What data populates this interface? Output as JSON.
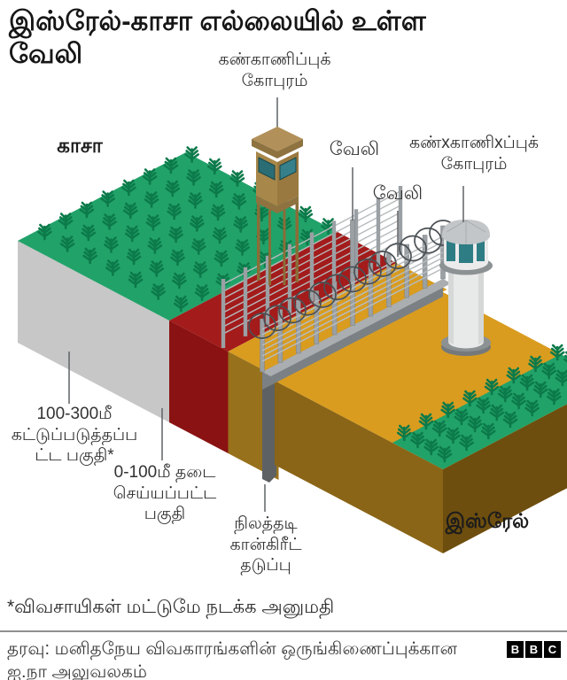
{
  "title": "இஸ்ரேல்-காசா எல்லையில் உள்ள\nவேலி",
  "diagram": {
    "labels": {
      "watchtower_top": "கண்காணிப்புக்\nகோபுரம்",
      "gaza": "காசா",
      "fence1": "வேலி",
      "fence2": "வேலி",
      "watchtower_right": "கண்xகாணிxப்புக்\nகோபுரம்",
      "restricted_area": "100-300மீ\nகட்டுப்படுத்தப்ப\nட்ட பகுதி*",
      "prohibited_area": "0-100மீ தடை\nசெய்யப்பட்ட\nபகுதி",
      "underground_barrier": "நிலத்தடி\nகான்கிரீட்\nதடுப்பு",
      "israel": "இஸ்ரேல்"
    },
    "colors": {
      "field_green": "#21a269",
      "plant_green": "#0c7a4a",
      "restricted_red": "#a31b1b",
      "restricted_red_side": "#8a1212",
      "gray_side": "#c7c7c7",
      "sand_gold": "#d99c1f",
      "sand_gold_side": "#97711b",
      "israel_brown_sw": "#8a6517",
      "israel_brown_se": "#6e4e0e",
      "concrete_gray": "#7b8084",
      "tower_tan": "#a8874a",
      "teal_window": "#2e7d84"
    }
  },
  "footnote": "*விவசாயிகள் மட்டுமே நடக்க அனுமதி",
  "source": "தரவு: மனிதநேய விவகாரங்களின் ஒருங்கிணைப்புக்கான\nஐ.நா அலுவலகம்",
  "logo": {
    "letters": [
      "B",
      "B",
      "C"
    ]
  }
}
